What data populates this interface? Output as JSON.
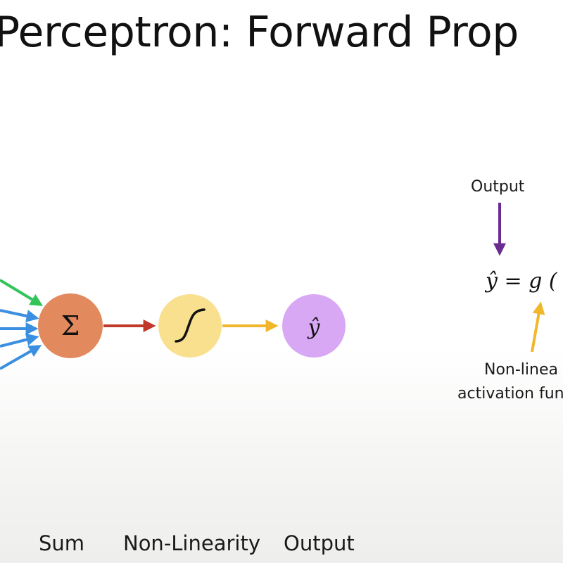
{
  "slide": {
    "title": "Perceptron: Forward Prop"
  },
  "diagram": {
    "nodes": [
      {
        "id": "sum",
        "symbol": "Σ",
        "label": "Sum",
        "color": "#e28a5e"
      },
      {
        "id": "nonlinearity",
        "symbol": "sigmoid",
        "label": "Non-Linearity",
        "color": "#f8e08e"
      },
      {
        "id": "output",
        "symbol": "ŷ",
        "label": "Output",
        "color": "#d8a8f5"
      }
    ],
    "input_arrow_colors": [
      "#33c45a",
      "#3a8fe0",
      "#3a8fe0",
      "#3a8fe0",
      "#3a8fe0"
    ],
    "edge_colors": {
      "sum_to_nonlinearity": "#c0392b",
      "nonlinearity_to_output": "#f0b72a"
    }
  },
  "equation_panel": {
    "output_label": "Output",
    "equation": "ŷ  =  g (",
    "activation_label_line1": "Non-linea",
    "activation_label_line2": "activation fun",
    "output_arrow_color": "#6b2c91",
    "activation_arrow_color": "#f0b72a"
  }
}
